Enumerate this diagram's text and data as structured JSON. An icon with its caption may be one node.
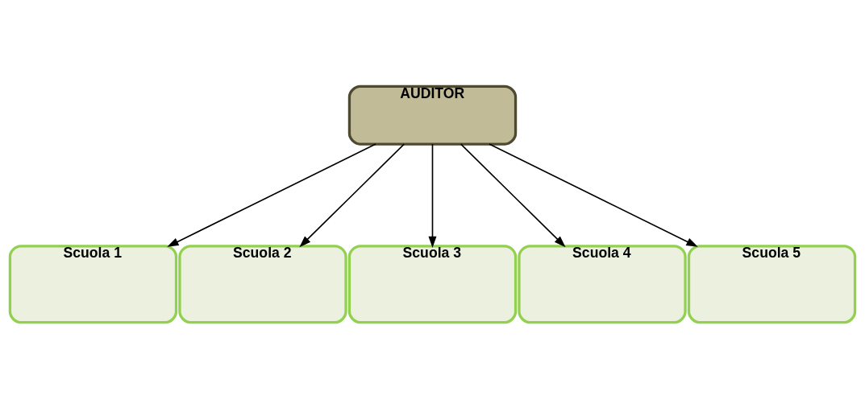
{
  "diagram": {
    "nodes": [
      {
        "text": [
          "AUDITOR"
        ]
      },
      {
        "text": [
          "Scuola 1"
        ]
      },
      {
        "text": [
          "Scuola 2"
        ]
      },
      {
        "text": [
          "Scuola 3"
        ]
      },
      {
        "text": [
          "Scuola 4"
        ]
      },
      {
        "text": [
          "Scuola 5"
        ]
      }
    ],
    "edges": [
      {
        "from": 0,
        "to": 1,
        "arrow": "to"
      },
      {
        "from": 0,
        "to": 2,
        "arrow": "to"
      },
      {
        "from": 0,
        "to": 3,
        "arrow": "to"
      },
      {
        "from": 0,
        "to": 4,
        "arrow": "to"
      },
      {
        "from": 0,
        "to": 5,
        "arrow": "to"
      }
    ]
  }
}
